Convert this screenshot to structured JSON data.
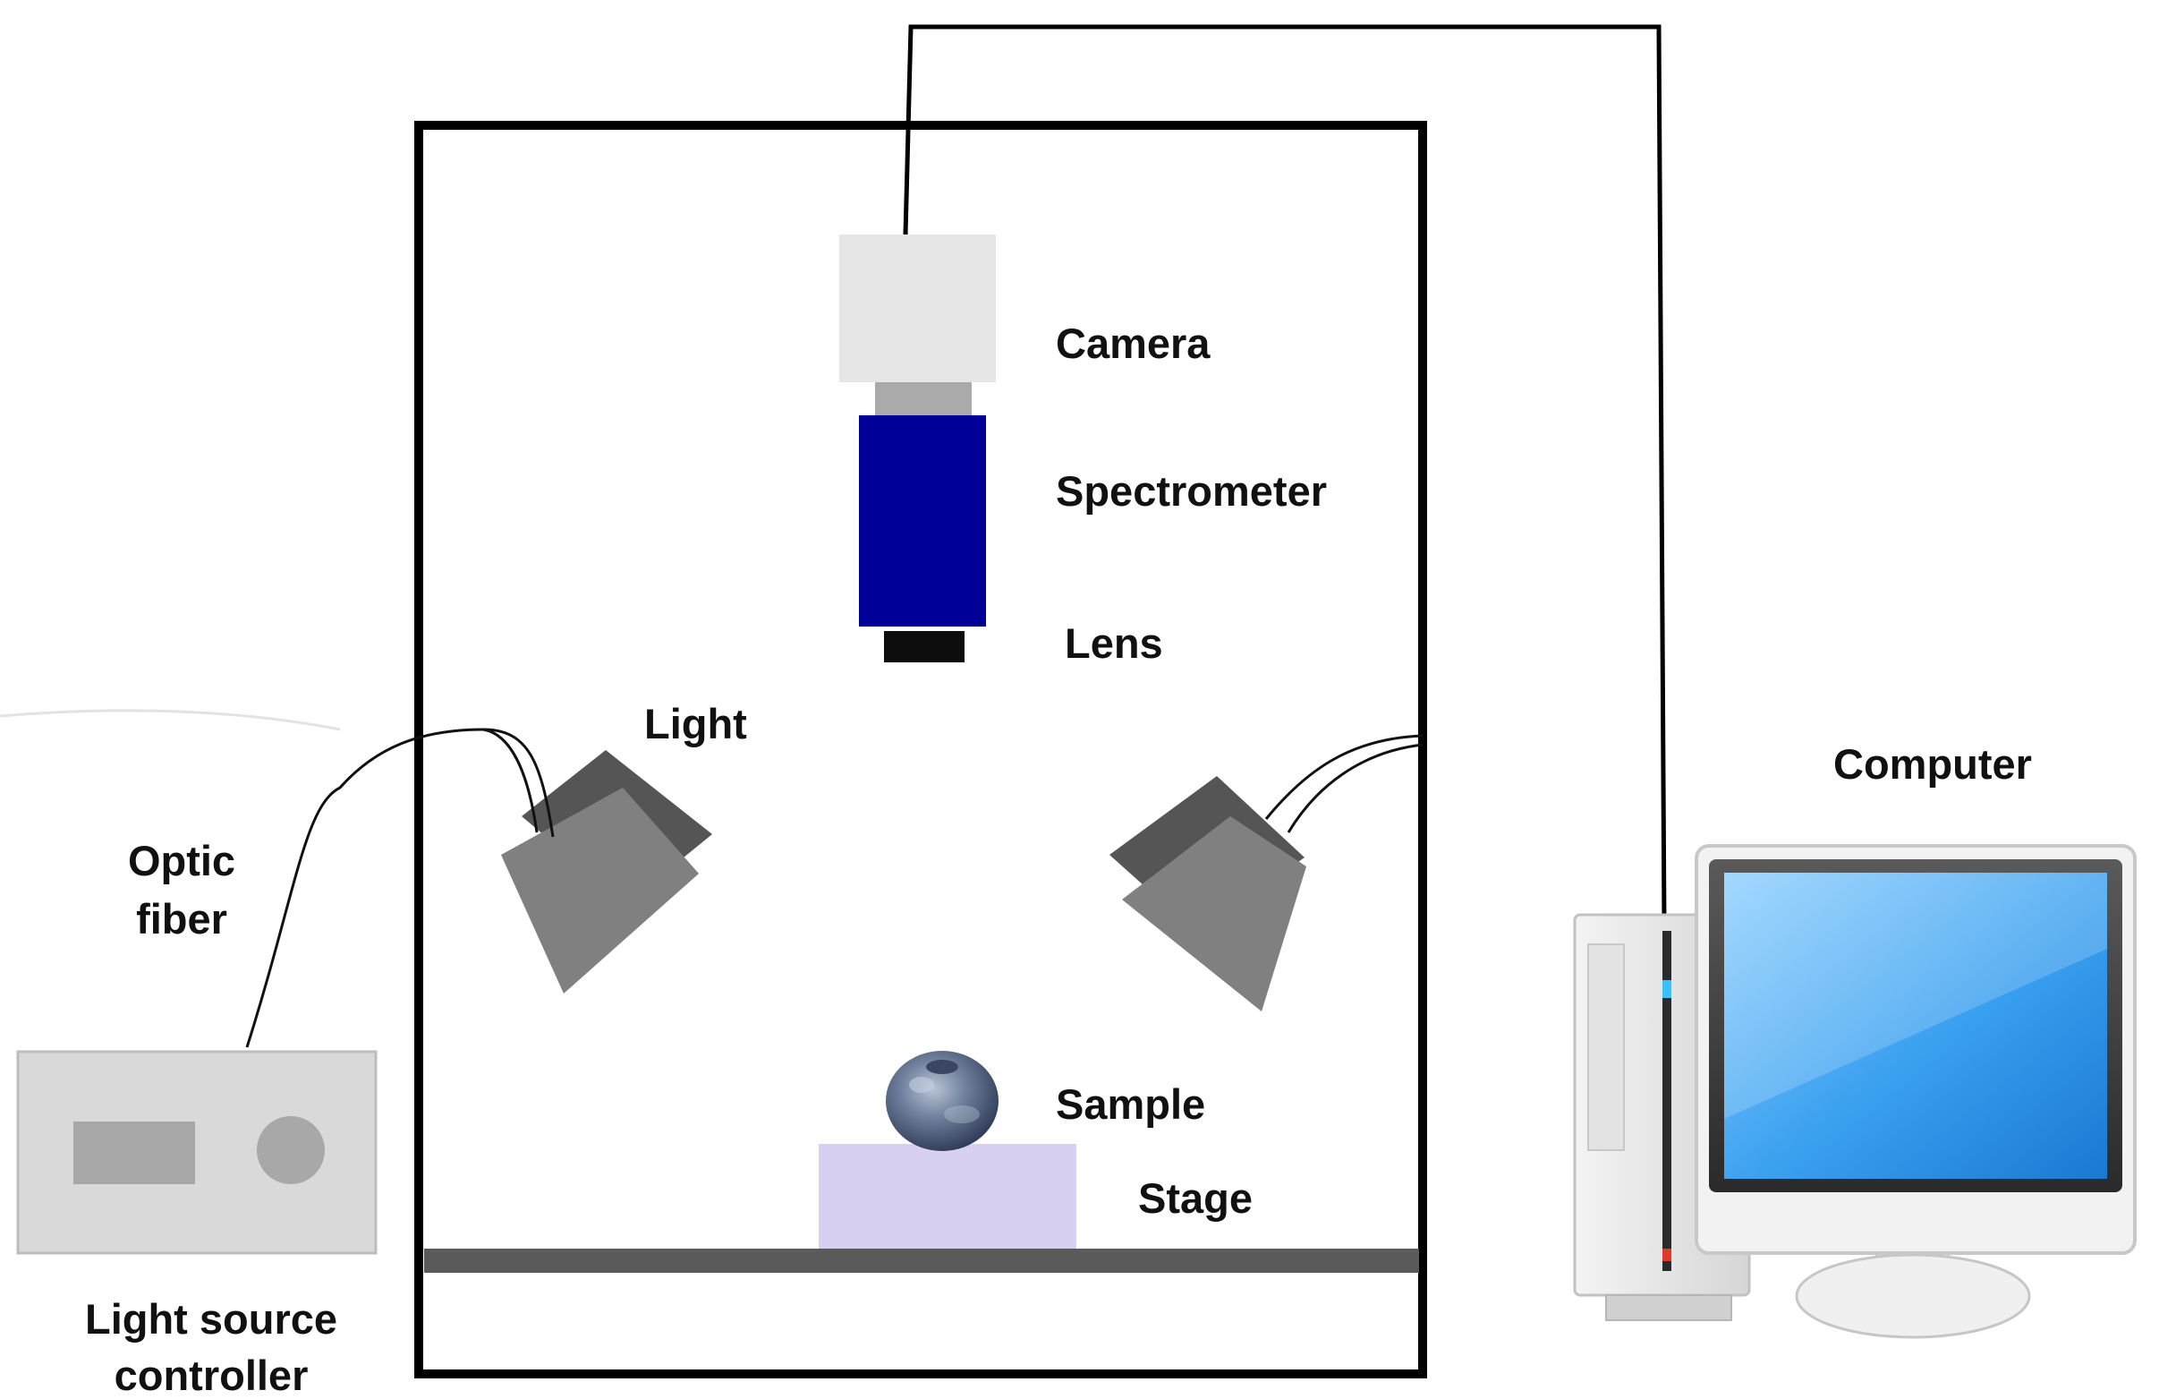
{
  "labels": {
    "camera": "Camera",
    "spectrometer": "Spectrometer",
    "lens": "Lens",
    "light": "Light",
    "sample": "Sample",
    "stage": "Stage",
    "optic_fiber_line1": "Optic",
    "optic_fiber_line2": "fiber",
    "controller_line1": "Light source",
    "controller_line2": "controller",
    "computer": "Computer"
  },
  "colors": {
    "camera_body": "#e6e6e6",
    "camera_adapter": "#aaaaaa",
    "spectrometer": "#000099",
    "lens": "#0d0d0d",
    "light_back": "#555555",
    "light_front": "#808080",
    "stage": "#d8d0f0",
    "floor": "#5a5a5a",
    "controller": "#d9d9d9",
    "controller_display": "#a8a8a8",
    "controller_knob": "#a8a8a8",
    "monitor_screen": "#3aa0f0",
    "frame": "#000000"
  },
  "icons": {
    "sample": "blueberry-icon",
    "computer": "desktop-computer-icon"
  }
}
